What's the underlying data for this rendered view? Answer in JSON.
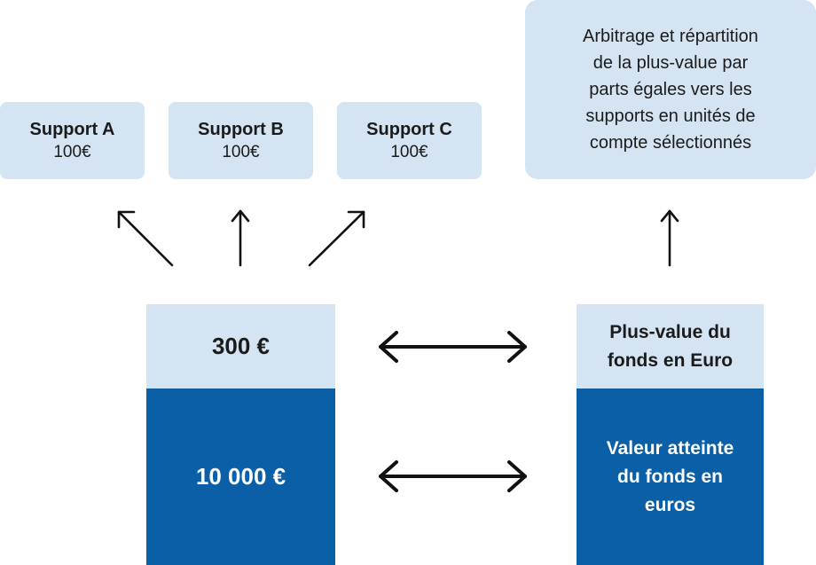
{
  "supports": [
    {
      "name": "Support A",
      "amount": "100€"
    },
    {
      "name": "Support B",
      "amount": "100€"
    },
    {
      "name": "Support C",
      "amount": "100€"
    }
  ],
  "arbitrage": {
    "lines": [
      "Arbitrage et répartition",
      "de la plus-value par",
      "parts égales vers les",
      "supports en unités de",
      "compte sélectionnés"
    ]
  },
  "left_column": {
    "gain_amount": "300 €",
    "total_amount": "10 000 €"
  },
  "right_column": {
    "gain_lines": [
      "Plus-value du",
      "fonds en Euro"
    ],
    "value_lines": [
      "Valeur atteinte",
      "du fonds en",
      "euros"
    ]
  },
  "colors": {
    "light_box": "#d4e4f2",
    "dark_box": "#0b5fa7",
    "arrow": "#111111"
  }
}
